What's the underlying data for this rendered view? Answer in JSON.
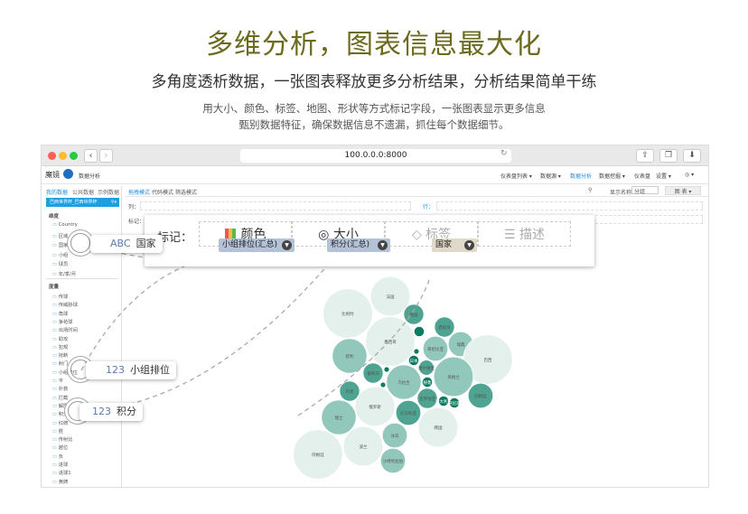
{
  "header": {
    "title": "多维分析，图表信息最大化",
    "subtitle": "多角度透析数据，一张图表释放更多分析结果，分析结果简单干练",
    "desc_lines": [
      "用大小、颜色、标签、地图、形状等方式标记字段，一张图表显示更多信息",
      "甄别数据特征，确保数据信息不遗漏，抓住每个数据细节。"
    ]
  },
  "browser": {
    "url": "100.0.0.0:8000",
    "back": "‹",
    "forward": "›"
  },
  "app": {
    "logo": "魔镜",
    "module": "数据分析",
    "menu": [
      "仪表盘列表 ▾",
      "数据源 ▾",
      "数据分析",
      "数据挖掘 ▾",
      "仪表盘",
      "设置 ▾",
      "◎ ▾"
    ],
    "active_menu": "数据分析"
  },
  "sidebar": {
    "tabs": [
      "我的数据",
      "公共数据",
      "示例数据"
    ],
    "dataset": "巴西世界杯_巴西世界杯",
    "dim_label": "维度",
    "dimensions": [
      "Country",
      "区域",
      "国家",
      "小组",
      "球员",
      "年/季/月"
    ],
    "measure_label": "度量",
    "measures": [
      "传球",
      "传威胁球",
      "角球",
      "争抢球",
      "出场时间",
      "助攻",
      "犯规",
      "抢断",
      "射门",
      "小组排位",
      "平",
      "扑救",
      "拦截",
      "解围",
      "积分",
      "红牌",
      "胜",
      "传射比",
      "越位",
      "负",
      "进球",
      "进球1",
      "黄牌"
    ]
  },
  "main": {
    "tabs": [
      "拖拽模式",
      "代码模式",
      "筛选模式"
    ],
    "col_label": "列：",
    "row_label": "行：",
    "mark_label": "标记：",
    "display_label": "显示名称",
    "display_value": "分组",
    "chart_btn": "图 表 ▾"
  },
  "marks": {
    "title": "标记：",
    "cells": [
      {
        "label": "颜色",
        "icon": "color-grid-icon"
      },
      {
        "label": "大小",
        "icon": "size-circles-icon"
      },
      {
        "label": "标签",
        "icon": "tag-icon"
      },
      {
        "label": "描述",
        "icon": "description-icon"
      }
    ],
    "pills": [
      "小组排位(汇总)",
      "积分(汇总)",
      "国家"
    ]
  },
  "callouts": [
    {
      "type": "ABC",
      "label": "国家"
    },
    {
      "type": "123",
      "label": "小组排位"
    },
    {
      "type": "123",
      "label": "积分"
    }
  ],
  "colors": {
    "rank1": "#e3f0ec",
    "rank2": "#92c7bb",
    "rank3": "#4ea391",
    "rank4": "#0d7b61",
    "title": "#6b6a1e",
    "accent": "#1e9fe0"
  },
  "bubbles": [
    {
      "name": "比利时",
      "points": 9,
      "rank": 1
    },
    {
      "name": "法国",
      "points": 7,
      "rank": 1
    },
    {
      "name": "德国",
      "points": 3,
      "rank": 3
    },
    {
      "name": "",
      "points": 1,
      "rank": 4
    },
    {
      "name": "西班牙",
      "points": 3,
      "rank": 3
    },
    {
      "name": "墨西哥",
      "points": 9,
      "rank": 1
    },
    {
      "name": "哥伦比亚",
      "points": 4,
      "rank": 2
    },
    {
      "name": "瑞典",
      "points": 4,
      "rank": 2
    },
    {
      "name": "巴西",
      "points": 9,
      "rank": 1
    },
    {
      "name": "智利",
      "points": 6,
      "rank": 2
    },
    {
      "name": "",
      "points": 0,
      "rank": 4
    },
    {
      "name": "日本",
      "points": 1,
      "rank": 4
    },
    {
      "name": "塞尔维亚",
      "points": 2,
      "rank": 3
    },
    {
      "name": "葡萄牙",
      "points": 3,
      "rank": 3
    },
    {
      "name": "",
      "points": 0,
      "rank": 4
    },
    {
      "name": "乌拉圭",
      "points": 6,
      "rank": 2
    },
    {
      "name": "英格兰",
      "points": 7,
      "rank": 2
    },
    {
      "name": "秘鲁",
      "points": 1,
      "rank": 4
    },
    {
      "name": "",
      "points": 0,
      "rank": 4
    },
    {
      "name": "丹麦",
      "points": 3,
      "rank": 3
    },
    {
      "name": "阿根廷",
      "points": 4,
      "rank": 3
    },
    {
      "name": "克罗地亚",
      "points": 3,
      "rank": 3
    },
    {
      "name": "澳大利亚",
      "points": 1,
      "rank": 4
    },
    {
      "name": "突尼斯",
      "points": 1,
      "rank": 4
    },
    {
      "name": "俄罗斯",
      "points": 7,
      "rank": 1
    },
    {
      "name": "瑞士",
      "points": 6,
      "rank": 2
    },
    {
      "name": "尼日利亚",
      "points": 4,
      "rank": 3
    },
    {
      "name": "韩国",
      "points": 7,
      "rank": 1
    },
    {
      "name": "冰岛",
      "points": 4,
      "rank": 2
    },
    {
      "name": "波兰",
      "points": 7,
      "rank": 1
    },
    {
      "name": "阿根廷",
      "points": 9,
      "rank": 1
    },
    {
      "name": "沙特阿拉伯",
      "points": 4,
      "rank": 2
    }
  ]
}
